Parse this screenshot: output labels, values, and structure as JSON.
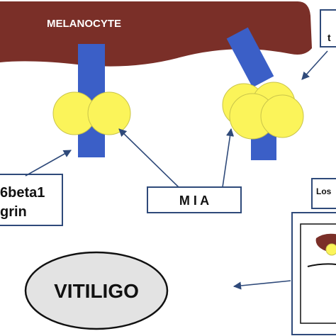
{
  "labels": {
    "cell": "MELANOCYTE",
    "receptor_top_right": "t",
    "integrin_line1": "6beta1",
    "integrin_line2": "grin",
    "mia": "M I A",
    "loss": "Los",
    "disease": "VITILIGO"
  },
  "colors": {
    "membrane": "#7a2f28",
    "receptor": "#3b5fc7",
    "protein": "#fbf45a",
    "protein_stroke": "#c9c44a",
    "arrow": "#2f4a7a",
    "ellipse_fill": "#e3e3e3"
  }
}
